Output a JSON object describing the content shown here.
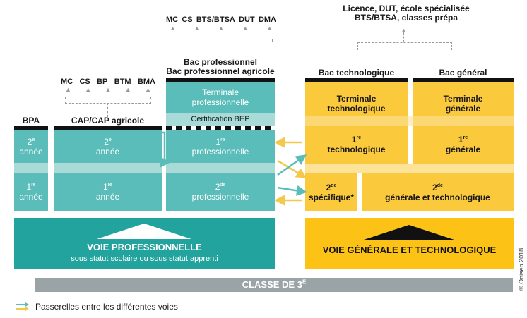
{
  "top_pro": [
    "MC",
    "CS",
    "BTS/BTSA",
    "DUT",
    "DMA"
  ],
  "top_gen": {
    "line1": "Licence, DUT, école spécialisée",
    "line2": "BTS/BTSA, classes prépa"
  },
  "cap_top": [
    "MC",
    "CS",
    "BP",
    "BTM",
    "BMA"
  ],
  "headers": {
    "bpa": "BPA",
    "cap": "CAP/CAP agricole",
    "bacpro1": "Bac professionnel",
    "bacpro2": "Bac professionnel agricole",
    "bactech": "Bac technologique",
    "bacgen": "Bac général"
  },
  "cells": {
    "bpa2": "année",
    "bpa1": "année",
    "cap2": "année",
    "cap1": "année",
    "term_pro1": "Terminale",
    "term_pro2": "professionnelle",
    "cert_bep": "Certification BEP",
    "pro1": "professionnelle",
    "pro2": "professionnelle",
    "term_tech1": "Terminale",
    "term_tech2": "technologique",
    "term_gen1": "Terminale",
    "term_gen2": "générale",
    "tech1": "technologique",
    "gen1": "générale",
    "spec": "spécifique*",
    "gen_tech": "générale et technologique"
  },
  "ordinals": {
    "second_short": "2",
    "second_long": "2",
    "first": "1",
    "sup_e": "e",
    "sup_re": "re",
    "sup_de": "de"
  },
  "voies": {
    "pro_title": "VOIE PROFESSIONNELLE",
    "pro_sub": "sous statut scolaire ou sous statut apprenti",
    "gen_title": "VOIE GÉNÉRALE ET TECHNOLOGIQUE"
  },
  "classe": "CLASSE DE 3",
  "classe_sup": "E",
  "legend": "Passerelles entre les différentes voies",
  "copyright": "© Onisep 2018",
  "colors": {
    "teal": "#5bbdba",
    "yellow": "#fbc93c",
    "grey": "#9aa3a6"
  }
}
